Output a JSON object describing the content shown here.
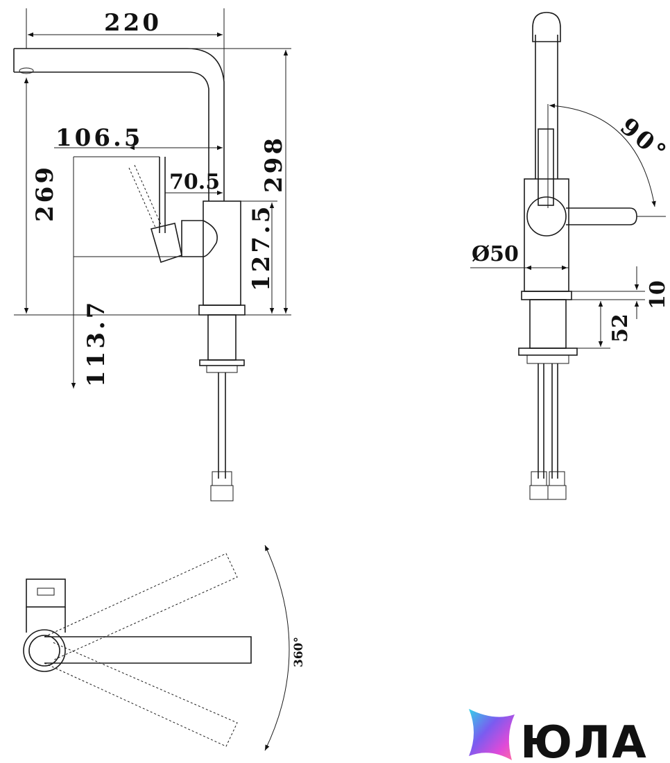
{
  "side_view": {
    "dim_width": "220",
    "dim_height_total": "298",
    "dim_height_spout": "269",
    "dim_handle_reach": "106.5",
    "dim_handle_offset": "70.5",
    "dim_body_height": "127.5",
    "dim_below_deck": "113.7"
  },
  "front_view": {
    "dim_handle_angle": "90°",
    "dim_diameter": "Ø50",
    "dim_base_thickness": "10",
    "dim_shank": "52"
  },
  "top_view": {
    "dim_rotation": "360°"
  },
  "logo": {
    "text": "ЮЛА",
    "gradient_colors": [
      "#35d0e8",
      "#7a5cf0",
      "#e04ad8",
      "#ff6fa0"
    ]
  }
}
